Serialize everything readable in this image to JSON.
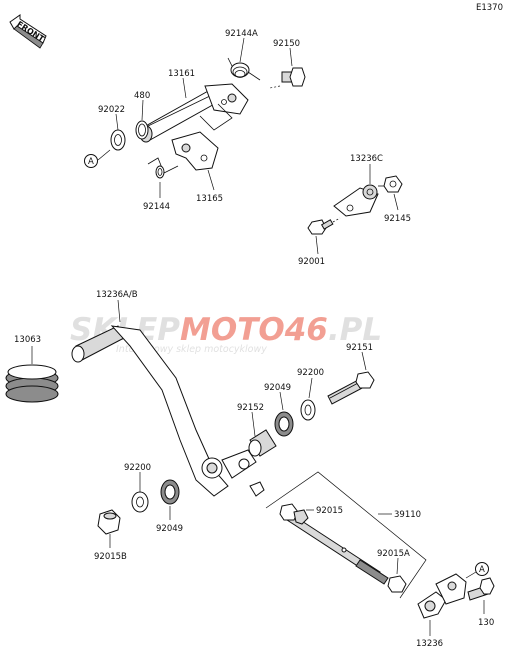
{
  "diagram": {
    "code": "E1370",
    "front_label": "FRONT",
    "ref_marker": "A",
    "watermark": {
      "part1": "SKLEP",
      "part2": "MOTO",
      "part3": "46",
      "part4": ".PL",
      "tagline": "Internetowy sklep motocyklowy"
    },
    "parts": {
      "p92144A": "92144A",
      "p92150": "92150",
      "p13161": "13161",
      "p480": "480",
      "p92022": "92022",
      "p92144": "92144",
      "p13165": "13165",
      "p13236C": "13236C",
      "p92145": "92145",
      "p92001": "92001",
      "p13236AB": "13236A/B",
      "p13063": "13063",
      "p92151": "92151",
      "p92200a": "92200",
      "p92049a": "92049",
      "p92152": "92152",
      "p92200b": "92200",
      "p92049b": "92049",
      "p92015B": "92015B",
      "p92015": "92015",
      "p39110": "39110",
      "p92015A": "92015A",
      "p130": "130",
      "p13236": "13236"
    },
    "colors": {
      "ink": "#111111",
      "watermark_red": "#e8513c",
      "watermark_grey": "#c8c8c8"
    }
  }
}
